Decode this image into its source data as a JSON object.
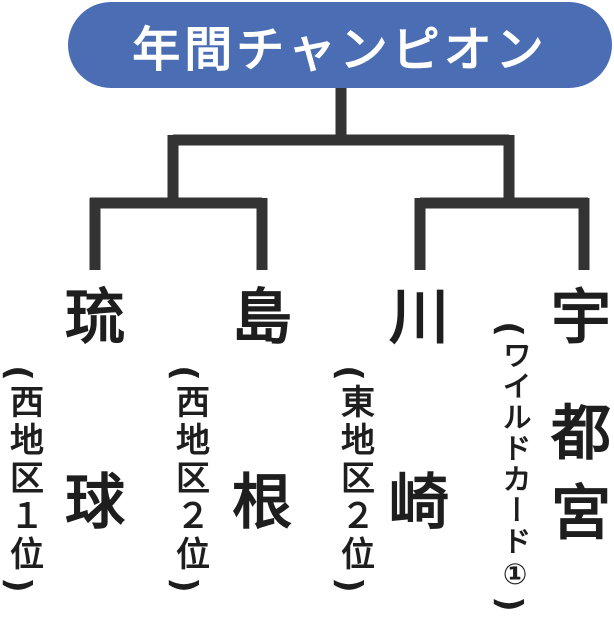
{
  "title": "年間チャンピオン",
  "colors": {
    "title_fill": "#4a6db3",
    "title_text": "#ffffff",
    "line": "#333333",
    "text": "#1e1e1e"
  },
  "teams": [
    {
      "chars": [
        "琉",
        "球"
      ],
      "note": "西地区１位"
    },
    {
      "chars": [
        "島",
        "根"
      ],
      "note": "西地区２位"
    },
    {
      "chars": [
        "川",
        "崎"
      ],
      "note": "東地区２位"
    },
    {
      "chars": [
        "宇",
        "都",
        "宮"
      ],
      "note": "ワイルドカード①"
    }
  ],
  "paren_open": "(",
  "paren_close": ")"
}
